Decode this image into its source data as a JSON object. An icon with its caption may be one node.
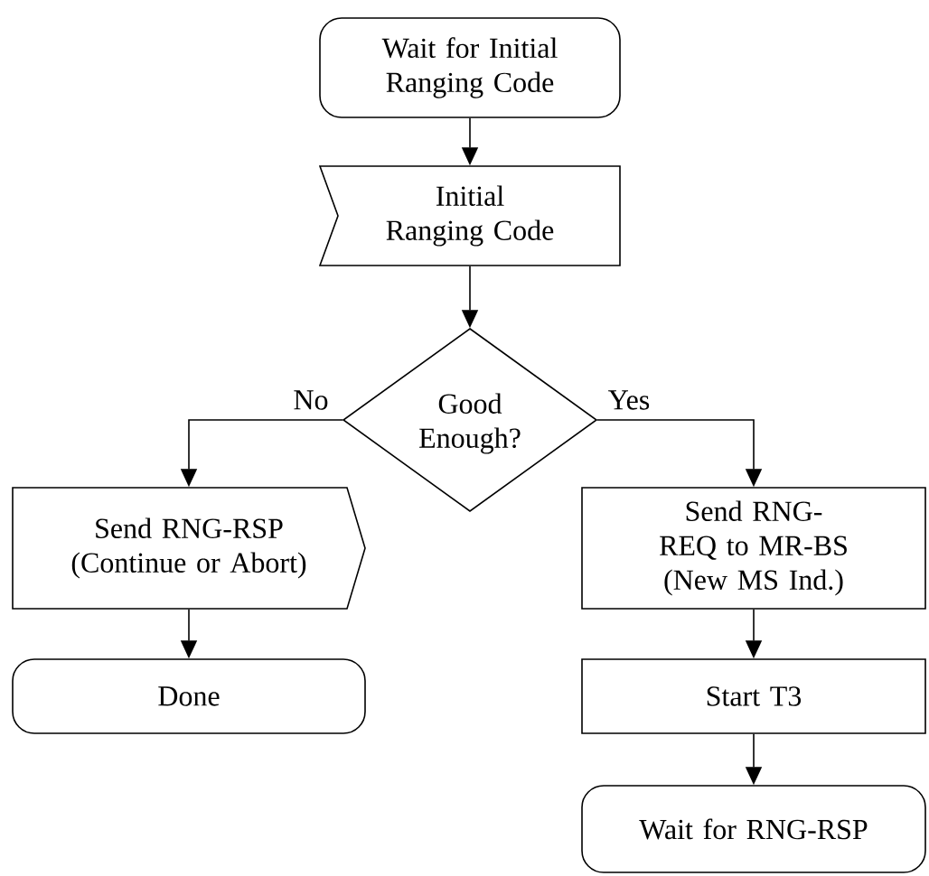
{
  "diagram": {
    "nodes": [
      {
        "text": [
          "Wait for Initial Ranging Code"
        ]
      },
      {
        "text": [
          "Initial Ranging Code"
        ]
      },
      {
        "text": [
          "Good Enough?"
        ]
      },
      {
        "text": [
          "Send RNG-RSP",
          "(Continue or Abort)"
        ]
      },
      {
        "text": [
          "Done"
        ]
      },
      {
        "text": [
          "Send RNG-REQ to MR-BS",
          "(New MS Ind.)"
        ]
      },
      {
        "text": [
          "Start T3"
        ]
      },
      {
        "text": [
          "Wait for RNG-RSP"
        ]
      }
    ],
    "edges": [
      {
        "from": 0,
        "to": 1,
        "arrow": "to"
      },
      {
        "from": 1,
        "to": 2,
        "arrow": "to"
      },
      {
        "from": 2,
        "to": 3,
        "arrow": "to",
        "label": "No"
      },
      {
        "from": 2,
        "to": 5,
        "arrow": "to",
        "label": "Yes"
      },
      {
        "from": 3,
        "to": 4,
        "arrow": "to"
      },
      {
        "from": 5,
        "to": 6,
        "arrow": "to"
      },
      {
        "from": 6,
        "to": 7,
        "arrow": "to"
      }
    ]
  }
}
